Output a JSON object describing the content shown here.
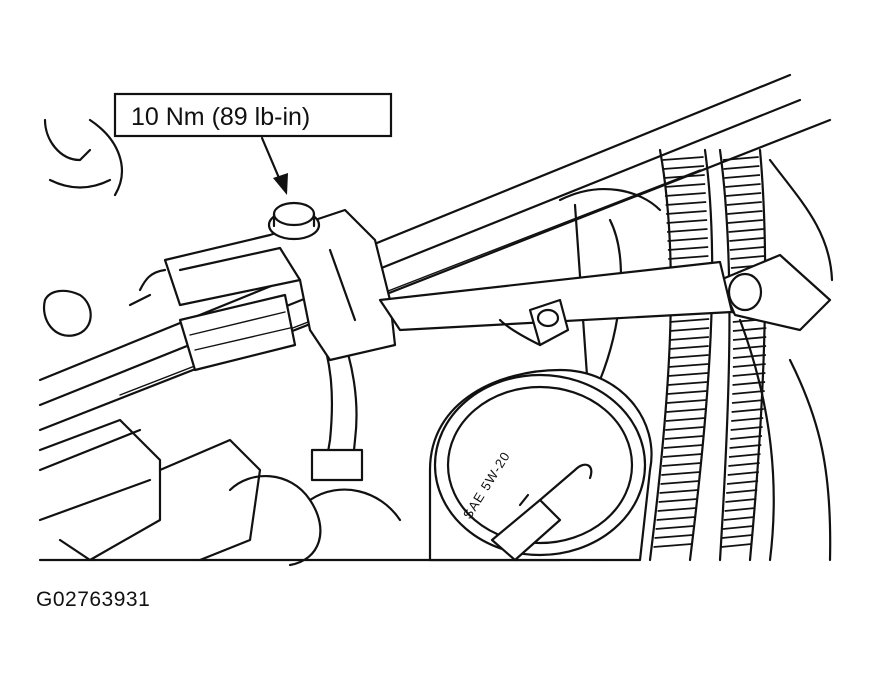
{
  "callout": {
    "torque_spec": "10 Nm (89 lb-in)"
  },
  "oil_cap": {
    "label": "SAE 5W-20"
  },
  "figure": {
    "id": "G02763931"
  }
}
